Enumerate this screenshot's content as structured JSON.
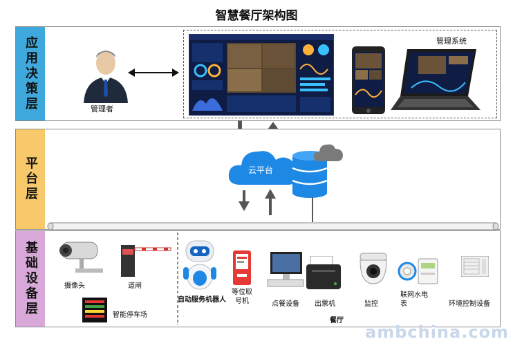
{
  "title": "智慧餐厅架构图",
  "layers": {
    "application": "应用决策层",
    "platform": "平台层",
    "base": "基础设备层"
  },
  "application": {
    "manager_label": "管理者",
    "system_label": "管理系统"
  },
  "platform": {
    "cloud_label": "云平台"
  },
  "devices": {
    "camera": "摄像头",
    "gate": "道闸",
    "parking": "智能停车场",
    "robot": "自动服务机器人",
    "queue": "等位取号机",
    "ordering": "点餐设备",
    "ticket": "出票机",
    "monitor": "监控",
    "meter": "联网水电表",
    "env": "环境控制设备",
    "restaurant": "餐厅"
  },
  "watermark": "ambchina.com",
  "colors": {
    "app_label_bg": "#3fa9dd",
    "platform_label_bg": "#f7c96a",
    "base_label_bg": "#d8a9d8",
    "cloud_blue": "#1e88e5",
    "grey_cloud": "#7a7a7a"
  }
}
